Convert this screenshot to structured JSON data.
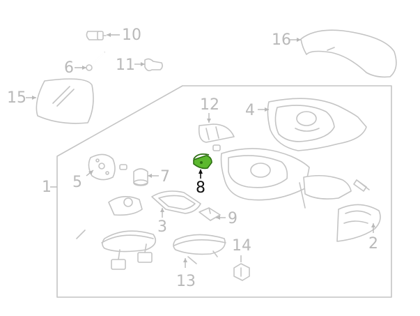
{
  "diagram": {
    "highlight_color": "#5cb82e",
    "line_color": "#c4c4c4",
    "label_color": "#b9b9b9",
    "active_label_color": "#111111",
    "active_part": "8",
    "callouts": [
      {
        "id": "p1",
        "label": "1"
      },
      {
        "id": "p2",
        "label": "2"
      },
      {
        "id": "p3",
        "label": "3"
      },
      {
        "id": "p4",
        "label": "4"
      },
      {
        "id": "p5",
        "label": "5"
      },
      {
        "id": "p6",
        "label": "6"
      },
      {
        "id": "p7",
        "label": "7"
      },
      {
        "id": "p8",
        "label": "8"
      },
      {
        "id": "p9",
        "label": "9"
      },
      {
        "id": "p10",
        "label": "10"
      },
      {
        "id": "p11",
        "label": "11"
      },
      {
        "id": "p12",
        "label": "12"
      },
      {
        "id": "p13",
        "label": "13"
      },
      {
        "id": "p14",
        "label": "14"
      },
      {
        "id": "p15",
        "label": "15"
      },
      {
        "id": "p16",
        "label": "16"
      }
    ]
  }
}
